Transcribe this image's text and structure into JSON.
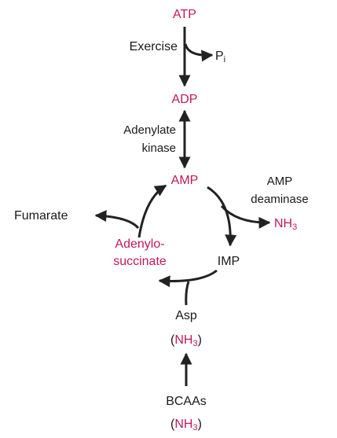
{
  "nodes": {
    "atp": "ATP",
    "adp": "ADP",
    "amp": "AMP",
    "imp": "IMP",
    "fumarate": "Fumarate",
    "adenylosuccinate_line1": "Adenylo-",
    "adenylosuccinate_line2": "succinate",
    "asp": "Asp",
    "bcaas": "BCAAs"
  },
  "labels": {
    "exercise": "Exercise",
    "pi_main": "P",
    "pi_sub": "i",
    "adenylate_kinase_line1": "Adenylate",
    "adenylate_kinase_line2": "kinase",
    "amp_deaminase_line1": "AMP",
    "amp_deaminase_line2": "deaminase"
  },
  "ammonia": {
    "main": "NH",
    "sub": "3",
    "paren_open": "(",
    "paren_close": ")"
  },
  "colors": {
    "metabolite_highlight": "#c2185b",
    "text": "#1a1a1a",
    "arrow": "#222222"
  }
}
